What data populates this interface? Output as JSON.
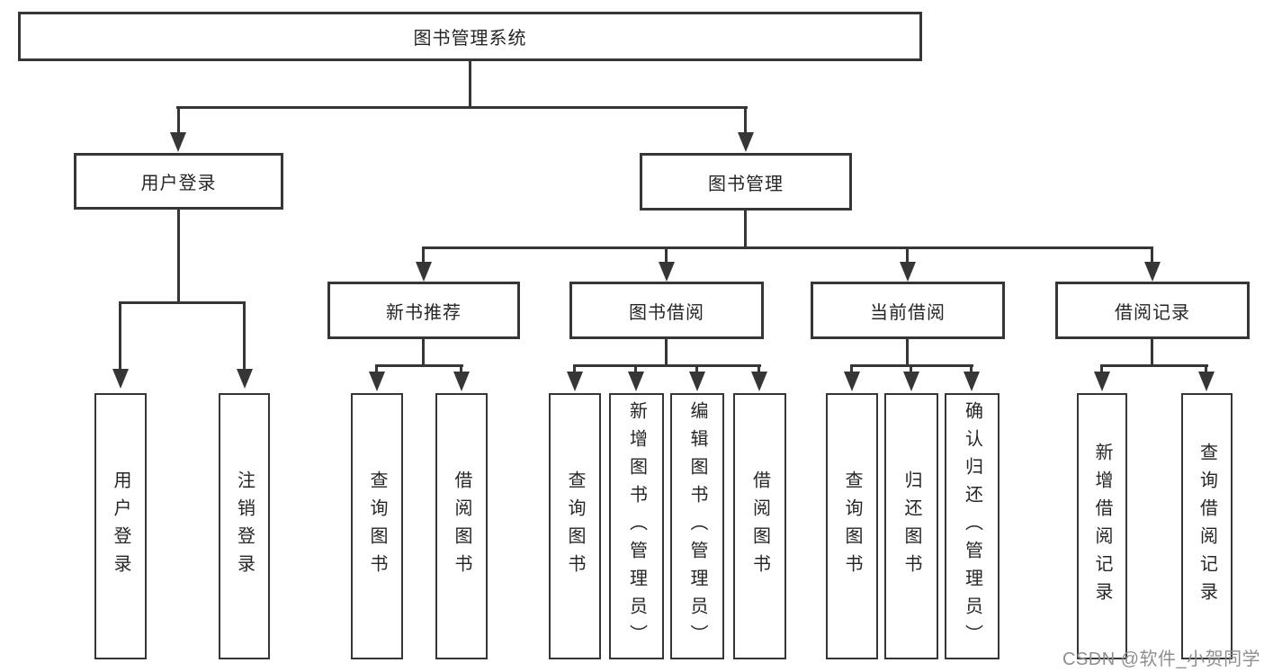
{
  "diagram_type": "hierarchy-tree",
  "root": {
    "label": "图书管理系统"
  },
  "branches": [
    {
      "label": "用户登录",
      "children": [
        {
          "label": "用户登录"
        },
        {
          "label": "注销登录"
        }
      ]
    },
    {
      "label": "图书管理",
      "children": [
        {
          "label": "新书推荐",
          "children": [
            {
              "label": "查询图书"
            },
            {
              "label": "借阅图书"
            }
          ]
        },
        {
          "label": "图书借阅",
          "children": [
            {
              "label": "查询图书"
            },
            {
              "label": "新增图书（管理员）"
            },
            {
              "label": "编辑图书（管理员）"
            },
            {
              "label": "借阅图书"
            }
          ]
        },
        {
          "label": "当前借阅",
          "children": [
            {
              "label": "查询图书"
            },
            {
              "label": "归还图书"
            },
            {
              "label": "确认归还（管理员）"
            }
          ]
        },
        {
          "label": "借阅记录",
          "children": [
            {
              "label": "新增借阅记录"
            },
            {
              "label": "查询借阅记录"
            }
          ]
        }
      ]
    }
  ],
  "watermark": "CSDN @软件_小贺同学",
  "colors": {
    "line": "#363636",
    "text": "#262626",
    "background": "#ffffff",
    "watermark": "#8f8f8f"
  }
}
